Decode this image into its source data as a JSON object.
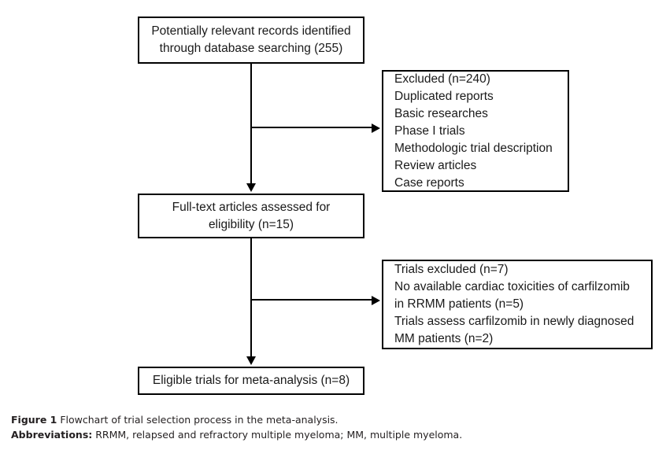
{
  "figure": {
    "nodes": {
      "records": {
        "lines": [
          "Potentially relevant records identified",
          "through database searching (255)"
        ]
      },
      "excluded_first_pass": {
        "lines": [
          "Excluded (n=240)",
          "Duplicated reports",
          "Basic researches",
          "Phase I trials",
          "Methodologic trial description",
          "Review articles",
          "Case reports"
        ]
      },
      "full_text": {
        "lines": [
          "Full-text articles assessed for",
          "eligibility (n=15)"
        ]
      },
      "excluded_second_pass": {
        "lines": [
          "Trials excluded (n=7)",
          "No available cardiac toxicities of carfilzomib",
          "in RRMM patients (n=5)",
          "Trials assess carfilzomib in newly diagnosed",
          "MM patients (n=2)"
        ]
      },
      "eligible": {
        "lines": [
          "Eligible trials for meta-analysis (n=8)"
        ]
      }
    },
    "caption": {
      "figure_label": "Figure 1",
      "figure_text": " Flowchart of trial selection process in the meta-analysis.",
      "abbrev_label": "Abbreviations:",
      "abbrev_text": " RRMM, relapsed and refractory multiple myeloma; MM, multiple myeloma."
    },
    "colors": {
      "stroke": "#000000",
      "text": "#1a1a1a",
      "caption_text": "#231f20",
      "background": "#ffffff"
    }
  }
}
